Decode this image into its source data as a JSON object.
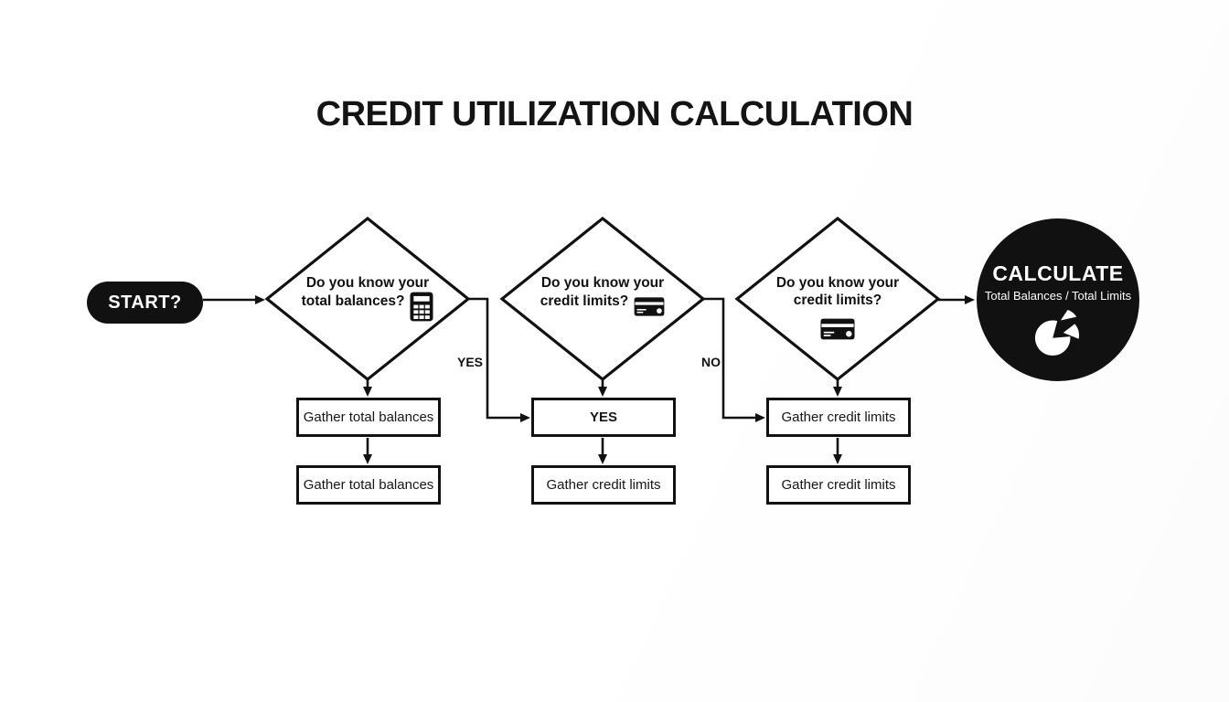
{
  "title": "CREDIT UTILIZATION CALCULATION",
  "start": {
    "label": "START?"
  },
  "decisions": [
    {
      "line1": "Do you know your",
      "line2": "total balances?",
      "icon": "calculator-icon"
    },
    {
      "line1": "Do you know your",
      "line2": "credit limits?",
      "icon": "credit-card-icon"
    },
    {
      "line1": "Do you know your",
      "line2": "credit limits?",
      "icon": "credit-card-icon"
    }
  ],
  "edge_labels": {
    "yes": "YES",
    "no": "NO"
  },
  "process_boxes": [
    {
      "row1": "Gather total balances",
      "row2": "Gather total balances"
    },
    {
      "row1": "YES",
      "row2": "Gather credit limits"
    },
    {
      "row1": "Gather credit limits",
      "row2": "Gather credit limits"
    }
  ],
  "calculate": {
    "title": "CALCULATE",
    "subtitle": "Total Balances / Total Limits",
    "icon": "pie-chart-icon"
  },
  "colors": {
    "ink": "#111111",
    "canvas": "#ffffff",
    "node_fill": "#ffffff",
    "text_on_dark": "#ffffff"
  }
}
